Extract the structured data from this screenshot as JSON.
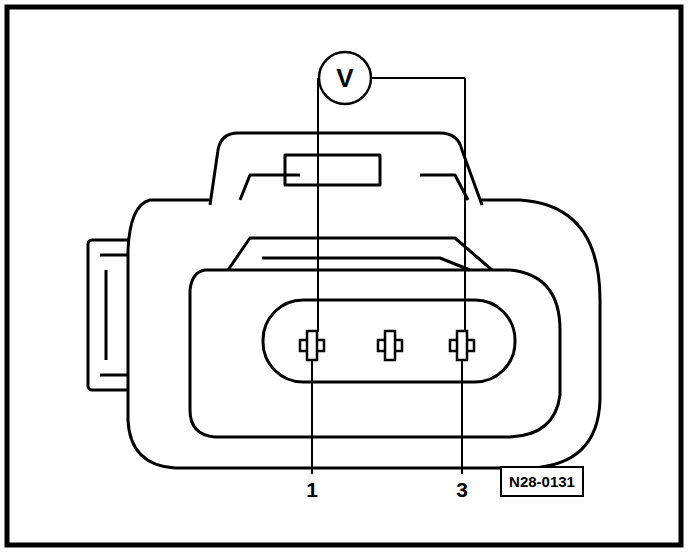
{
  "diagram": {
    "nodes": [
      {
        "text": [
          "V"
        ]
      },
      {
        "text": [
          "N28-0131"
        ]
      }
    ],
    "labels": [
      "1",
      "3"
    ]
  }
}
